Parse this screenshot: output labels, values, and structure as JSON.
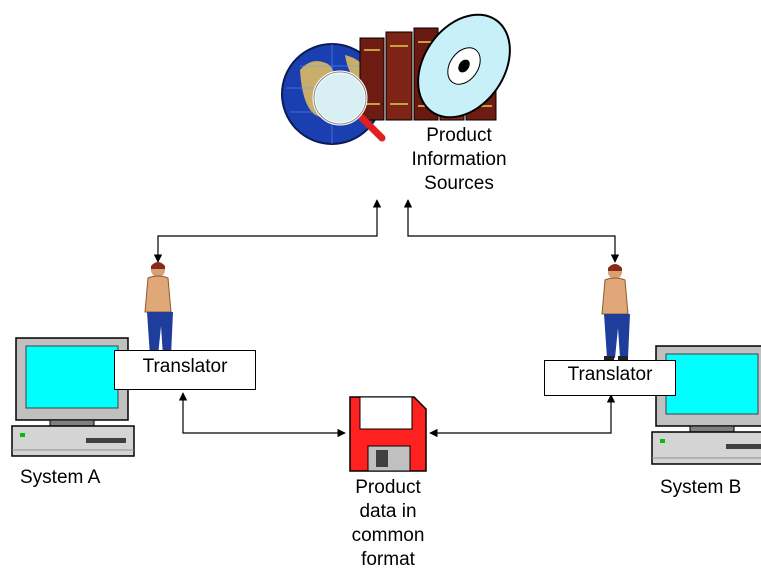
{
  "sources": {
    "lines": [
      "Product",
      "Information",
      "Sources"
    ]
  },
  "translators": [
    "Translator",
    "Translator"
  ],
  "systems": [
    "System A",
    "System B"
  ],
  "common_data": {
    "lines": [
      "Product",
      "data in",
      "common",
      "format"
    ]
  },
  "colors": {
    "monitor_screen": "#00ffff",
    "floppy": "#ff2020",
    "globe": "#1a3fb0",
    "books": "#7a1e14",
    "line": "#000000"
  },
  "icons": [
    "globe-icon",
    "magnifier-icon",
    "books-icon",
    "cd-icon",
    "person-icon",
    "computer-icon",
    "floppy-disk-icon"
  ]
}
